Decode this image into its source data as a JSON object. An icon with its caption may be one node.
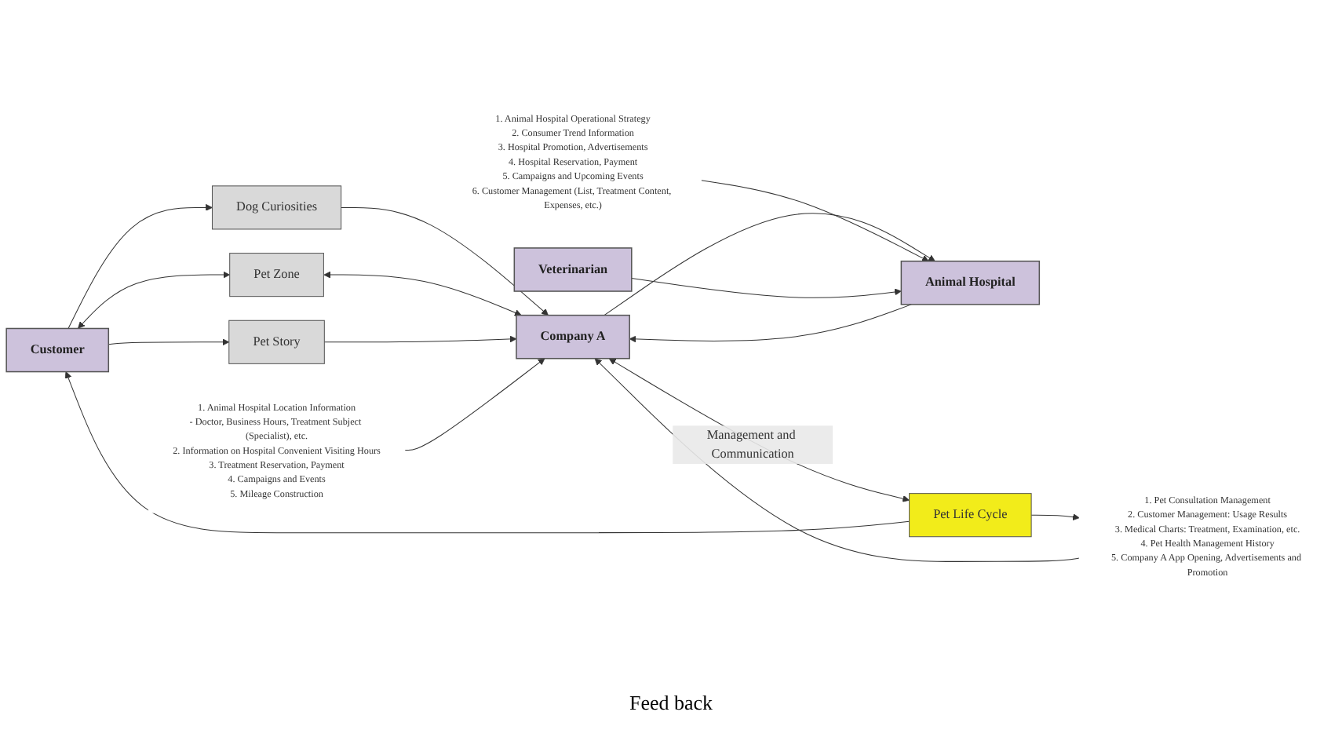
{
  "diagram": {
    "nodes": [
      {
        "text": [
          "Customer"
        ]
      },
      {
        "text": [
          "Dog Curiosities"
        ]
      },
      {
        "text": [
          "Pet Zone"
        ]
      },
      {
        "text": [
          "Pet Story"
        ]
      },
      {
        "text": [
          "Company A"
        ]
      },
      {
        "text": [
          "Animal Hospital"
        ]
      },
      {
        "text": [
          "Veterinarian"
        ]
      },
      {
        "text": [
          "Pet Life Cycle"
        ]
      },
      {
        "text": [
          "1. Animal Hospital Location Information",
          "- Doctor, Business Hours, Treatment Subject (Specialist), etc.",
          "2. Information on Hospital Convenient Visiting Hours",
          "3. Treatment Reservation, Payment",
          "4. Campaigns and Events",
          "5. Mileage Construction"
        ]
      },
      {
        "text": [
          "1. Animal Hospital Operational Strategy",
          "2. Consumer Trend Information",
          "3. Hospital Promotion, Advertisements",
          "4. Hospital Reservation, Payment",
          "5. Campaigns and Upcoming Events",
          "6. Customer Management (List, Treatment Content, Expenses, etc.)"
        ]
      },
      {
        "text": [
          "1. Pet Consultation Management",
          "2. Customer Management: Usage Results",
          "3. Medical Charts: Treatment, Examination, etc.",
          "4. Pet Health Management History",
          "5. Company A App Opening, Advertisements and Promotion"
        ]
      }
    ],
    "edges": [
      {
        "from": 0,
        "to": 1,
        "arrow": "to"
      },
      {
        "from": 0,
        "to": 2,
        "arrow": "both"
      },
      {
        "from": 0,
        "to": 3,
        "arrow": "to"
      },
      {
        "from": 1,
        "to": 4,
        "arrow": "to"
      },
      {
        "from": 2,
        "to": 4,
        "arrow": "both"
      },
      {
        "from": 3,
        "to": 4,
        "arrow": "to"
      },
      {
        "from": 8,
        "to": 4,
        "arrow": "to"
      },
      {
        "from": 4,
        "to": 5,
        "arrow": "to"
      },
      {
        "from": 5,
        "to": 4,
        "arrow": "to"
      },
      {
        "from": 9,
        "to": 5,
        "arrow": "to"
      },
      {
        "from": 10,
        "to": 4,
        "arrow": "to"
      },
      {
        "from": 6,
        "to": 5,
        "arrow": "to"
      },
      {
        "from": 4,
        "to": 7,
        "arrow": "both",
        "label": "Management and Communication"
      },
      {
        "from": 7,
        "to": 0,
        "arrow": "to"
      },
      {
        "from": 7,
        "to": 10,
        "arrow": "to"
      }
    ],
    "labels": [
      "Feed back"
    ]
  }
}
